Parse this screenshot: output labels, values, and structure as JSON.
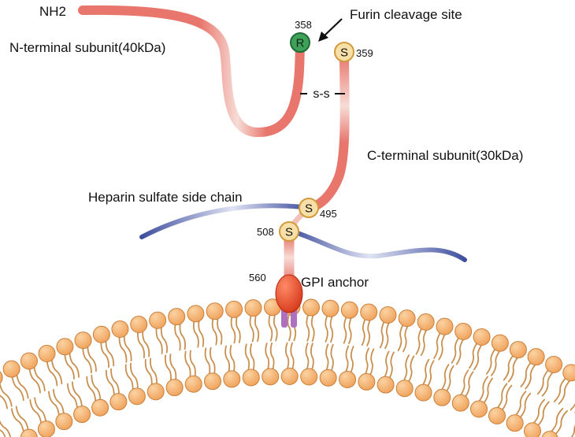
{
  "labels": {
    "nh2": "NH2",
    "n_terminal": "N-terminal subunit(40kDa)",
    "c_terminal": "C-terminal subunit(30kDa)",
    "furin": "Furin cleavage site",
    "heparin": "Heparin sulfate side chain",
    "gpi": "GPI anchor",
    "disulfide": "s-s"
  },
  "residues": [
    {
      "id": "r358",
      "letter": "R",
      "number": "358"
    },
    {
      "id": "s359",
      "letter": "S",
      "number": "359"
    },
    {
      "id": "s495",
      "letter": "S",
      "number": "495"
    },
    {
      "id": "s508",
      "letter": "S",
      "number": "508"
    }
  ],
  "anchor_number": "560",
  "colors": {
    "chain": "#e8766c",
    "chain_light": "#f7dcd6",
    "heparin": "#3f4f9e",
    "residue_s_fill": "#f7dfa8",
    "residue_s_stroke": "#d29a3c",
    "residue_r_fill": "#3fa05a",
    "residue_r_stroke": "#1e6b36",
    "lipid_head": "#f3b370",
    "lipid_head_stroke": "#c9803b",
    "lipid_tail": "#c89050",
    "gpi_fill": "#e24a2c",
    "gpi_tail": "#b070c0"
  }
}
